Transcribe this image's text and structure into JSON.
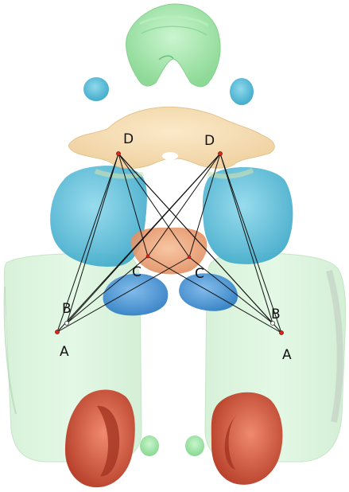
{
  "colors": {
    "background": "#ffffff",
    "green_structure": "#9fe6a6",
    "green_light": "#c4f2c8",
    "green_tissue": "#d3f5d6",
    "cyan_structure": "#55c1dc",
    "cyan_dark": "#3aa9cc",
    "beige_structure": "#f6ddb2",
    "salmon_structure": "#f0a77a",
    "blue_structure": "#3b8fd6",
    "red_structure": "#d9573e",
    "line": "#111111",
    "marker": "#e3221b"
  },
  "landmarks": {
    "left": {
      "A": "A",
      "B": "B",
      "C": "C",
      "D": "D"
    },
    "right": {
      "A": "A",
      "B": "B",
      "C": "C",
      "D": "D"
    }
  }
}
